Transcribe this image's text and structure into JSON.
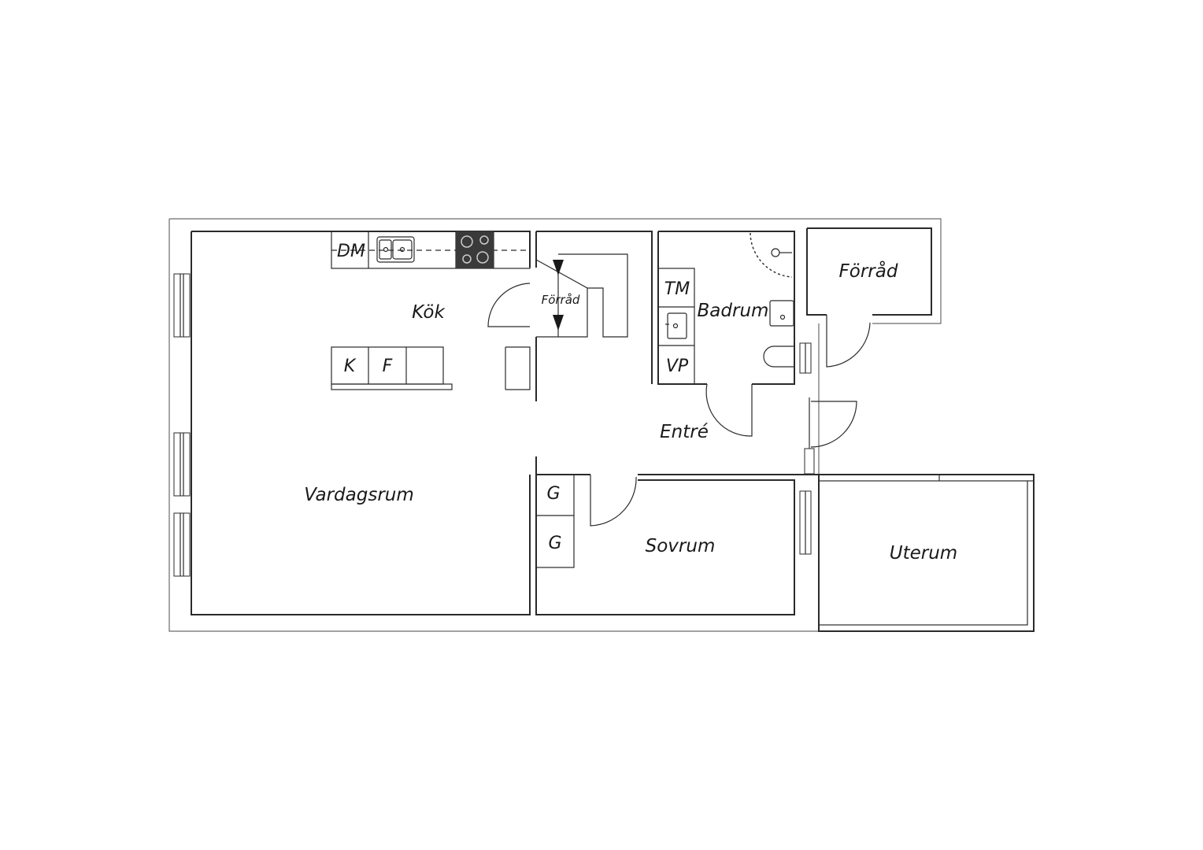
{
  "rooms": {
    "kitchen": "Kök",
    "living_room": "Vardagsrum",
    "pantry": "Förråd",
    "bathroom": "Badrum",
    "storage": "Förråd",
    "entrance": "Entré",
    "bedroom": "Sovrum",
    "sunroom": "Uterum"
  },
  "appliances": {
    "dishwasher": "DM",
    "fridge": "K",
    "freezer": "F",
    "washing_machine": "TM",
    "boiler": "VP",
    "wardrobe_1": "G",
    "wardrobe_2": "G"
  },
  "colors": {
    "wall": "#2a2a2a",
    "stove": "#3a3a3a",
    "background": "#ffffff"
  }
}
